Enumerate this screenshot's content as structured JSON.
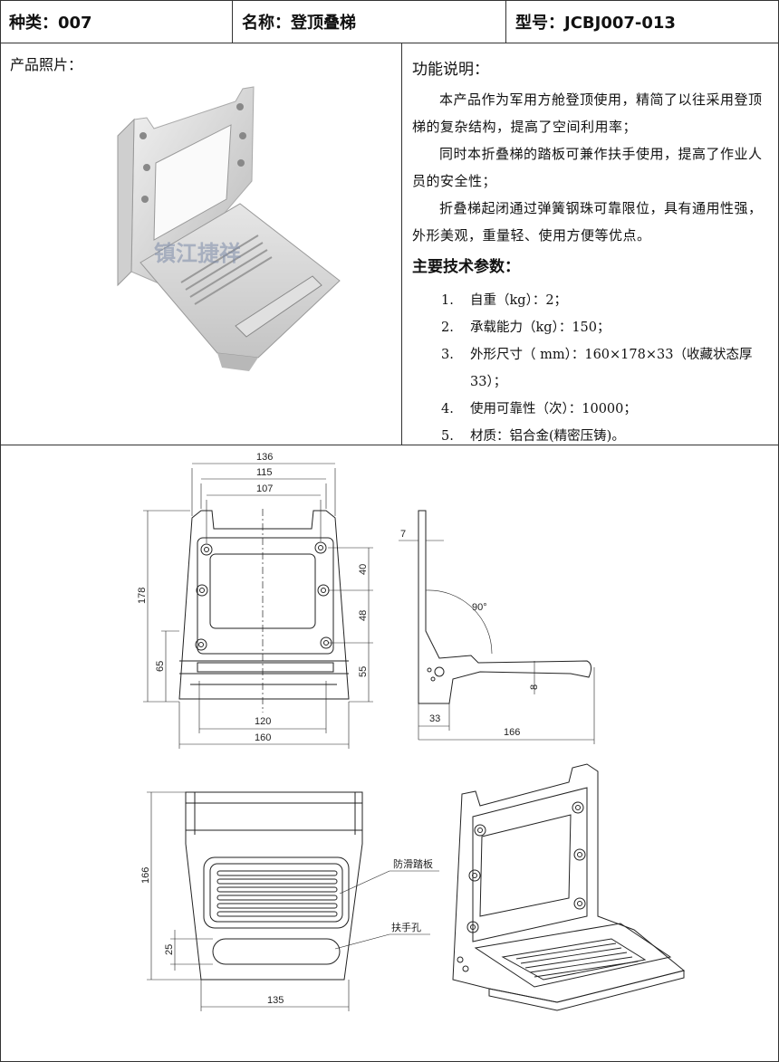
{
  "header": {
    "category": "种类：007",
    "name": "名称：登顶叠梯",
    "model": "型号：JCBJ007-013"
  },
  "photo_section": {
    "label": "产品照片：",
    "watermark": "镇江捷祥"
  },
  "function": {
    "title": "功能说明：",
    "paragraphs": [
      "本产品作为军用方舱登顶使用，精简了以往采用登顶梯的复杂结构，提高了空间利用率；",
      "同时本折叠梯的踏板可兼作扶手使用，提高了作业人员的安全性；",
      "折叠梯起闭通过弹簧钢珠可靠限位，具有通用性强，外形美观，重量轻、使用方便等优点。"
    ]
  },
  "specs": {
    "title": "主要技术参数：",
    "items": [
      {
        "num": "1.",
        "text": "自重（kg）：2；"
      },
      {
        "num": "2.",
        "text": "承载能力（kg）：150；"
      },
      {
        "num": "3.",
        "text": "外形尺寸（ mm）：160×178×33（收藏状态厚 33）；"
      },
      {
        "num": "4.",
        "text": "使用可靠性（次）：10000；"
      },
      {
        "num": "5.",
        "text": "材质：铝合金(精密压铸)。"
      }
    ]
  },
  "drawing": {
    "front": {
      "w136": "136",
      "w115": "115",
      "w107": "107",
      "h178": "178",
      "h65": "65",
      "h40": "40",
      "h48": "48",
      "h55": "55",
      "w120": "120",
      "w160": "160"
    },
    "side": {
      "t7": "7",
      "angle": "90°",
      "t8": "8",
      "w33": "33",
      "w166": "166"
    },
    "step": {
      "h166": "166",
      "h25": "25",
      "w135": "135",
      "anti_slip": "防滑踏板",
      "handle_hole": "扶手孔"
    }
  }
}
